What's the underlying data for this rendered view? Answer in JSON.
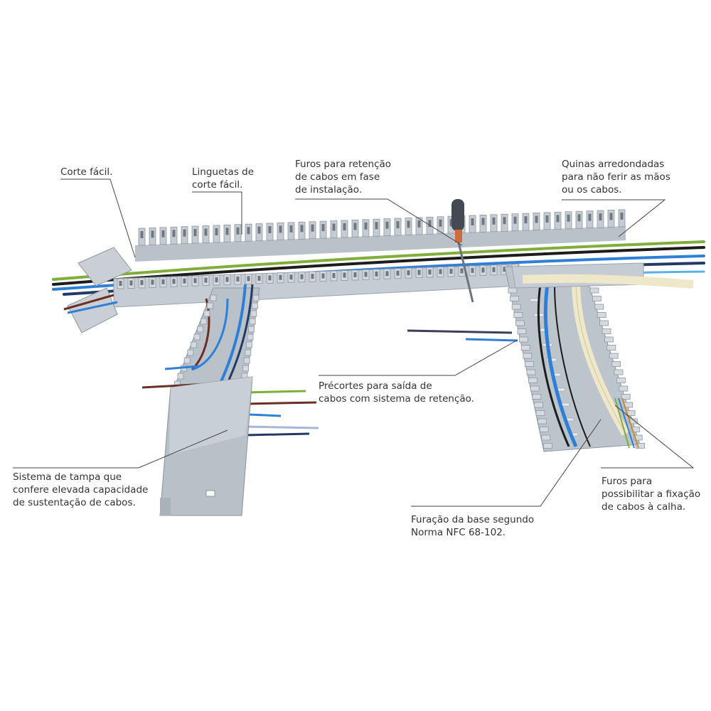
{
  "callouts": {
    "corte_facil": [
      "Corte fácil."
    ],
    "linguetas": [
      "Linguetas de",
      "corte fácil."
    ],
    "furos_retencao": [
      "Furos para retenção",
      "de cabos em fase",
      "de instalação."
    ],
    "quinas": [
      "Quinas arredondadas",
      "para não ferir as mãos",
      "ou os cabos."
    ],
    "precortes": [
      "Précortes para saída de",
      "cabos com sistema de retenção."
    ],
    "sistema_tampa": [
      "Sistema de tampa que",
      "confere elevada capacidade",
      "de sustentação de cabos."
    ],
    "furos_fixacao": [
      "Furos para",
      "possibilitar a fixação",
      "de cabos à calha."
    ],
    "furacao_base": [
      "Furação da base segundo",
      "Norma NFC 68-102."
    ]
  },
  "colors": {
    "duct": "#c5ccd3",
    "duct_dark": "#9aa3ac",
    "slot": "#6f7780",
    "leader": "#444444",
    "cable_blue": "#2f7fd8",
    "cable_dark_blue": "#243a66",
    "cable_green": "#7fae3a",
    "cable_brown": "#6b2e24",
    "cable_black": "#1c1c1c",
    "cable_cream": "#efe7c9"
  }
}
